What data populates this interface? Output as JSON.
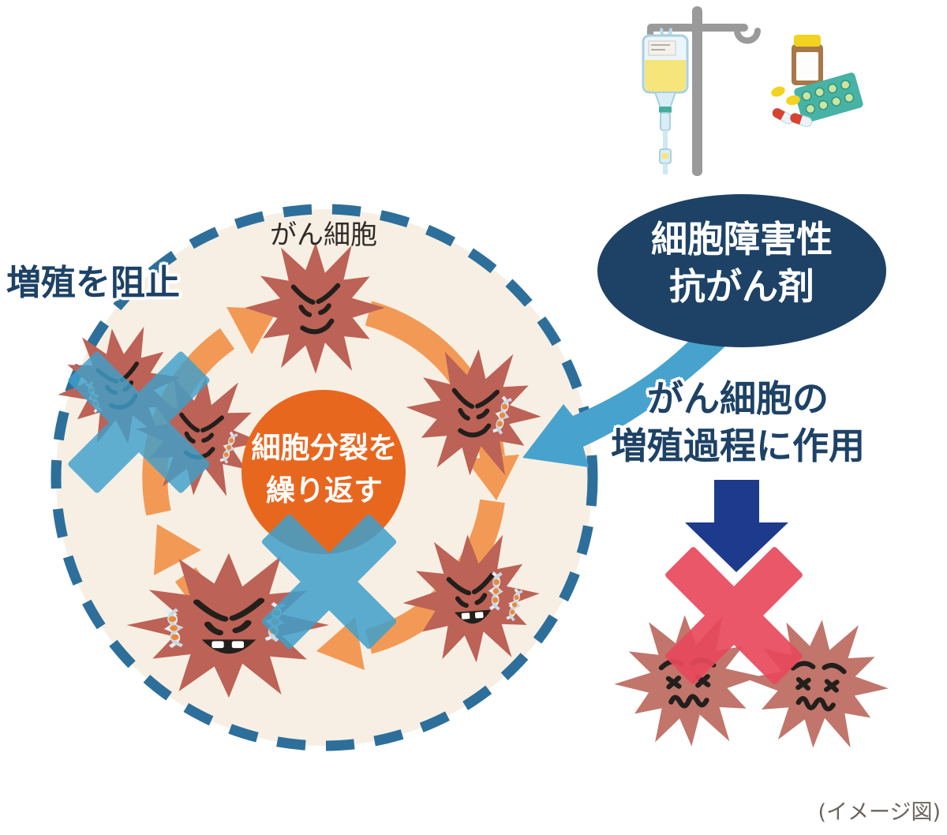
{
  "labels": {
    "cancer_cell": "がん細胞",
    "block": "増殖を阻止",
    "center1": "細胞分裂を",
    "center2": "繰り返す",
    "drug1": "細胞障害性",
    "drug2": "抗がん剤",
    "action1": "がん細胞の",
    "action2": "増殖過程に作用",
    "caption": "(イメージ図)"
  },
  "colors": {
    "background": "#ffffff",
    "cycle_fill": "#f7efe3",
    "cycle_border_blue": "#2d6f9a",
    "cell_body_red": "#bd6256",
    "dying_cell_body": "#c1756b",
    "arrow_orange": "#f29a55",
    "center_circle_orange": "#e8671f",
    "block_cross_blue": "#3fa0cb",
    "drug_bubble_navy": "#1d4266",
    "down_arrow_navy": "#1e3a8c",
    "dead_cross_red": "#e8495c",
    "text_navy": "#1d4266",
    "caption_gray": "#6b6560"
  },
  "icons": {
    "iv-drip-icon": "IV infusion bag hanging on a drip stand",
    "pill-bottle-icon": "brown medicine bottle with yellow cap",
    "blister-pack-icon": "teal pill blister sheet",
    "capsule-pills-icon": "loose tablets and red-white capsules",
    "cancer-cell-icon": "spiky cancer cell with angry face",
    "dying-cancer-cell-icon": "spiky cancer cell with crossed-out eyes",
    "dna-icon": "DNA double helix strand",
    "blue-cross-icon": "light blue X blocking mark",
    "red-cross-icon": "red X mark",
    "navy-down-arrow-icon": "dark blue downward arrow",
    "blue-curved-arrow-icon": "light blue curved arrow",
    "orange-cycle-arrow-icon": "orange circular-cycle arrow"
  }
}
